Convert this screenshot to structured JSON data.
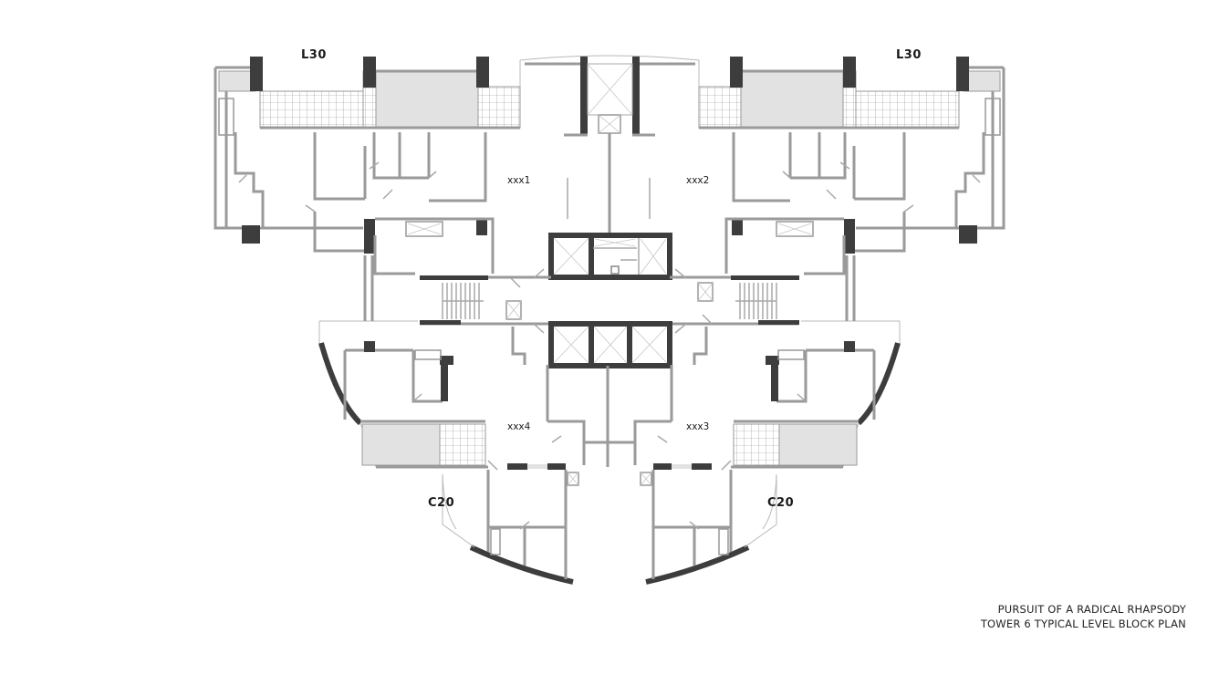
{
  "plan": {
    "unit_types": {
      "top_left": "L30",
      "top_right": "L30",
      "bottom_left": "C20",
      "bottom_right": "C20"
    },
    "unit_numbers": {
      "nw": "xxx1",
      "ne": "xxx2",
      "se": "xxx3",
      "sw": "xxx4"
    }
  },
  "caption": {
    "line1": "PURSUIT OF A RADICAL RHAPSODY",
    "line2": "TOWER 6 TYPICAL LEVEL BLOCK PLAN"
  },
  "colors": {
    "wall": "#9a9a9a",
    "column": "#3d3d3d",
    "terrace_fill": "#e2e2e2",
    "background": "#ffffff"
  }
}
